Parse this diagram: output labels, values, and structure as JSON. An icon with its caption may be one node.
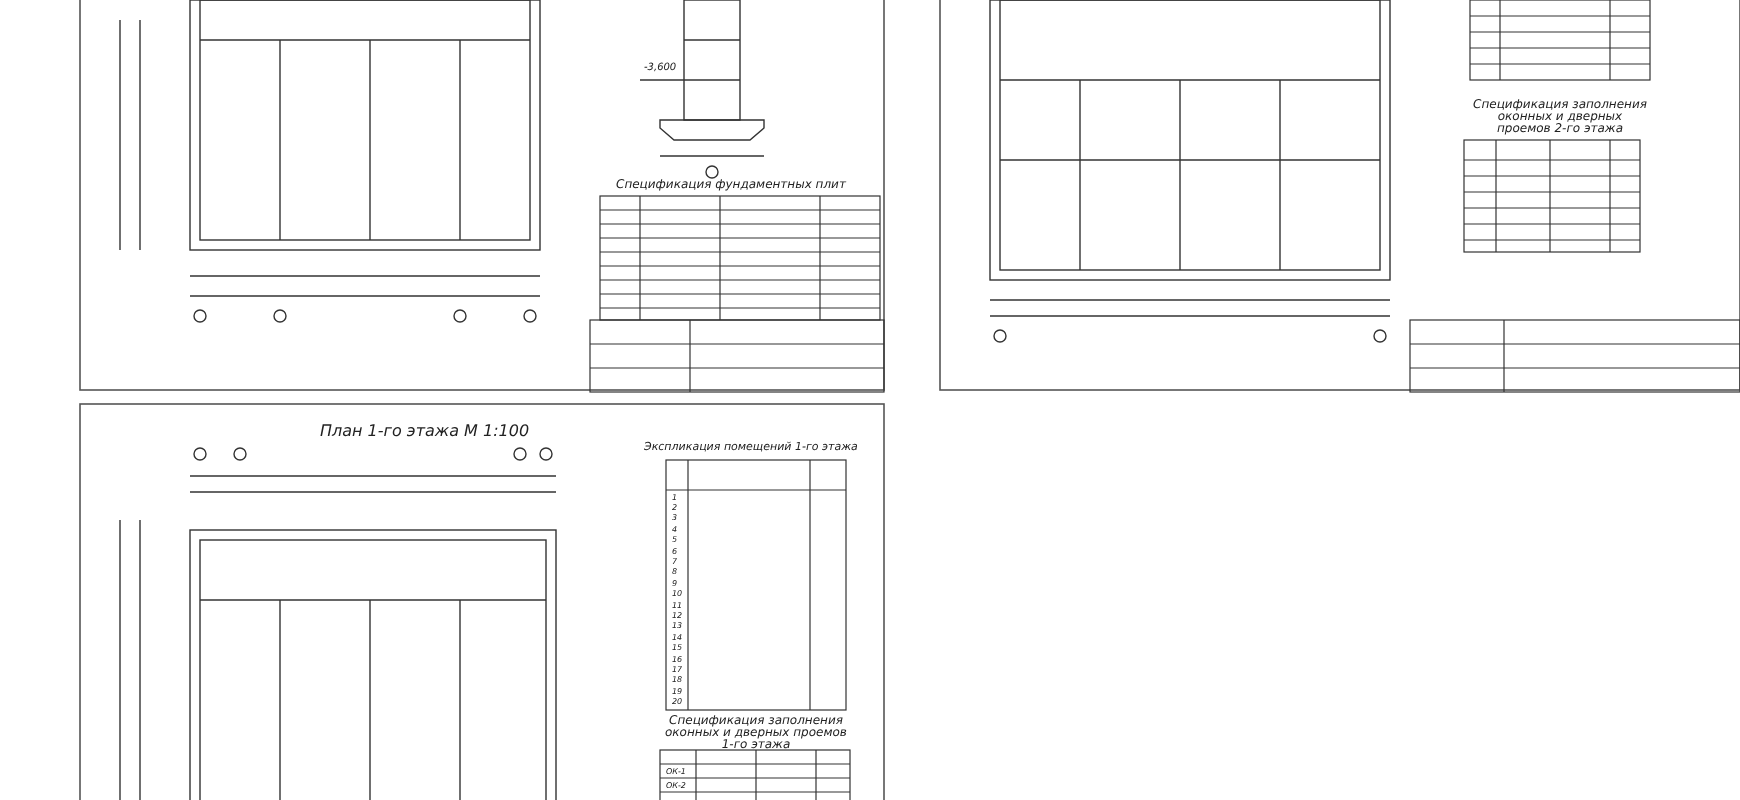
{
  "diagram": {
    "labels": [
      "Спецификация фундаментных плит",
      "Спецификация заполнения оконных и дверных проемов 2-го этажа",
      "План 1-го этажа М 1:100",
      "Экспликация помещений 1-го этажа",
      "1",
      "2",
      "3",
      "4",
      "5",
      "6",
      "7",
      "8",
      "9",
      "10",
      "11",
      "12",
      "13",
      "14",
      "15",
      "16",
      "17",
      "18",
      "19",
      "20",
      "Спецификация заполнения оконных и дверных проемов 1-го этажа",
      "ОК-1",
      "ОК-2",
      "-3,600"
    ]
  }
}
